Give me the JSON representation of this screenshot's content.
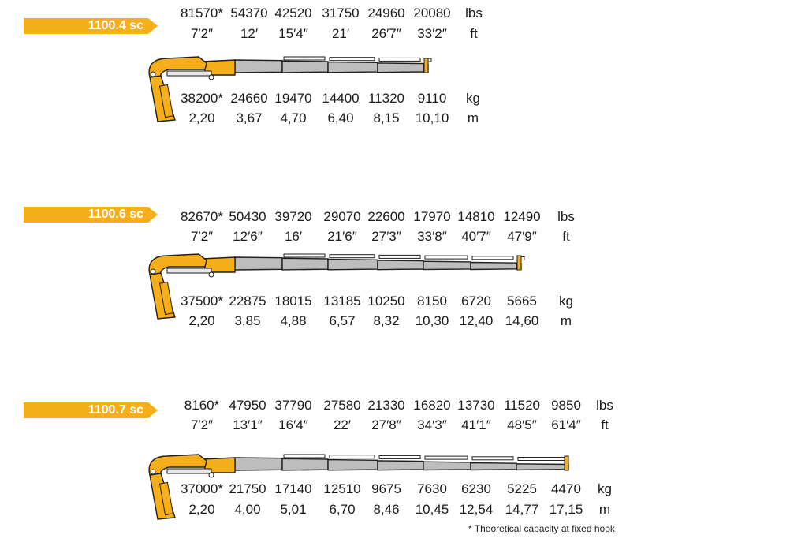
{
  "colors": {
    "accent": "#F6AE1B",
    "boom": "#BDBDBD",
    "outline": "#1E1E1E"
  },
  "models": [
    {
      "name": "1100.4 sc",
      "lbs": [
        "81570*",
        "54370",
        "42520",
        "31750",
        "24960",
        "20080"
      ],
      "ft": [
        "7′2″",
        "12′",
        "15′4″",
        "21′",
        "26′7″",
        "33′2″"
      ],
      "kg": [
        "38200*",
        "24660",
        "19470",
        "14400",
        "11320",
        "9110"
      ],
      "m": [
        "2,20",
        "3,67",
        "4,70",
        "6,40",
        "8,15",
        "10,10"
      ],
      "units": {
        "lbs": "lbs",
        "ft": "ft",
        "kg": "kg",
        "m": "m"
      }
    },
    {
      "name": "1100.6 sc",
      "lbs": [
        "82670*",
        "50430",
        "39720",
        "29070",
        "22600",
        "17970",
        "14810",
        "12490"
      ],
      "ft": [
        "7′2″",
        "12′6″",
        "16′",
        "21′6″",
        "27′3″",
        "33′8″",
        "40′7″",
        "47′9″"
      ],
      "kg": [
        "37500*",
        "22875",
        "18015",
        "13185",
        "10250",
        "8150",
        "6720",
        "5665"
      ],
      "m": [
        "2,20",
        "3,85",
        "4,88",
        "6,57",
        "8,32",
        "10,30",
        "12,40",
        "14,60"
      ],
      "units": {
        "lbs": "lbs",
        "ft": "ft",
        "kg": "kg",
        "m": "m"
      }
    },
    {
      "name": "1100.7 sc",
      "lbs": [
        "8160*",
        "47950",
        "37790",
        "27580",
        "21330",
        "16820",
        "13730",
        "11520",
        "9850"
      ],
      "ft": [
        "7′2″",
        "13′1″",
        "16′4″",
        "22′",
        "27′8″",
        "34′3″",
        "41′1″",
        "48′5″",
        "61′4″"
      ],
      "kg": [
        "37000*",
        "21750",
        "17140",
        "12510",
        "9675",
        "7630",
        "6230",
        "5225",
        "4470"
      ],
      "m": [
        "2,20",
        "4,00",
        "5,01",
        "6,70",
        "8,46",
        "10,45",
        "12,54",
        "14,77",
        "17,15"
      ],
      "units": {
        "lbs": "lbs",
        "ft": "ft",
        "kg": "kg",
        "m": "m"
      }
    }
  ],
  "footnote": "* Theoretical capacity at fixed hook"
}
